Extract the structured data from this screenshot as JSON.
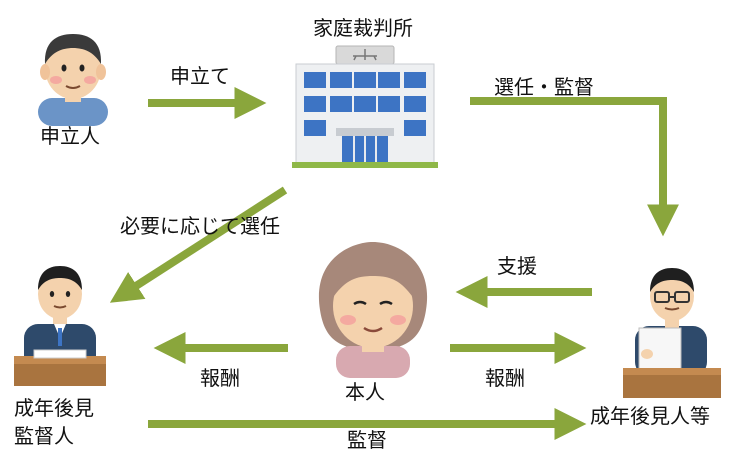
{
  "nodes": {
    "court": "家庭裁判所",
    "petitioner": "申立人",
    "principal": "本人",
    "guardian": "成年後見人等",
    "supervisor_line1": "成年後見",
    "supervisor_line2": "監督人"
  },
  "edges": {
    "petition": "申立て",
    "appoint_supervise": "選任・監督",
    "appoint_if_needed": "必要に応じて選任",
    "support": "支援",
    "fee_left": "報酬",
    "fee_right": "報酬",
    "supervision": "監督"
  },
  "colors": {
    "arrow": "#8aa63c",
    "building_blue": "#3d74c4",
    "skin": "#f4d2ad",
    "suit": "#2e4a6b"
  }
}
